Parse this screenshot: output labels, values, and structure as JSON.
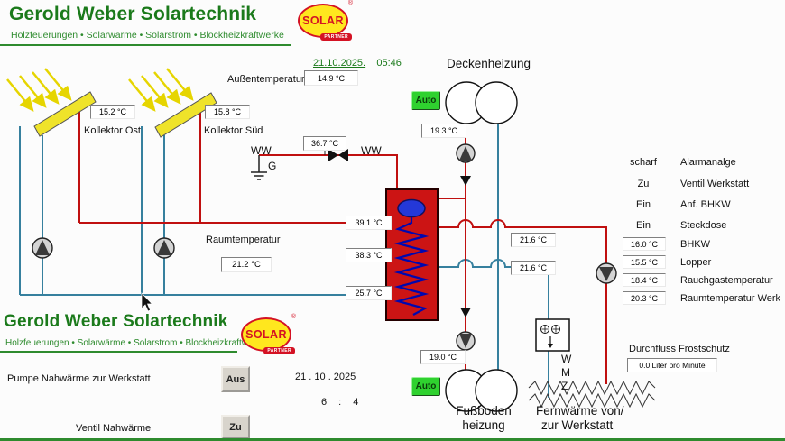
{
  "colors": {
    "brand_green": "#1b7a1b",
    "logo_red": "#d41224",
    "logo_yellow": "#ffe71e",
    "pipe_hot": "#c01010",
    "pipe_cold": "#36809e",
    "tank_red": "#cc1414",
    "auto_green": "#2fd12f"
  },
  "brand": {
    "title": "Gerold Weber Solartechnik",
    "subtitle": "Holzfeuerungen • Solarwärme • Solarstrom • Blockheizkraftwerke",
    "logo_word": "SOLAR",
    "logo_sub": "PARTNER",
    "logo_reg": "®"
  },
  "header": {
    "date": "21.10.2025.",
    "time": "05:46",
    "outdoor_label": "Außentemperatur",
    "outdoor_value": "14.9 °C"
  },
  "collectors": {
    "ost_label": "Kollektor Ost",
    "ost_value": "15.2 °C",
    "sued_label": "Kollektor Süd",
    "sued_value": "15.8 °C"
  },
  "ceiling": {
    "title": "Deckenheizung",
    "auto_label": "Auto",
    "supply_temp": "19.3 °C"
  },
  "ww": {
    "label_left": "WW",
    "label_right": "WW",
    "g_label": "G",
    "temp": "36.7 °C"
  },
  "tank": {
    "temp_top": "39.1 °C",
    "temp_mid": "38.3 °C",
    "temp_bottom": "25.7 °C"
  },
  "room": {
    "label": "Raumtemperatur",
    "value": "21.2 °C"
  },
  "circuit": {
    "supply_temp": "21.6 °C",
    "return_temp": "21.6 °C"
  },
  "status": {
    "rows": [
      {
        "state": "scharf",
        "label": "Alarmanalge"
      },
      {
        "state": "Zu",
        "label": "Ventil Werkstatt"
      },
      {
        "state": "Ein",
        "label": "Anf. BHKW"
      },
      {
        "state": "Ein",
        "label": "Steckdose"
      }
    ],
    "values": [
      {
        "value": "16.0 °C",
        "label": "BHKW"
      },
      {
        "value": "15.5 °C",
        "label": "Lopper"
      },
      {
        "value": "18.4 °C",
        "label": "Rauchgastemperatur"
      },
      {
        "value": "20.3 °C",
        "label": "Raumtemperatur Werk"
      }
    ]
  },
  "flow": {
    "label": "Durchfluss Frostschutz",
    "value": "0.0 Liter pro Minute"
  },
  "floor": {
    "title_line1": "Fußboden",
    "title_line2": "heizung",
    "auto_label": "Auto",
    "supply_temp": "19.0 °C"
  },
  "remote": {
    "title_line1": "Fernwärme von/",
    "title_line2": "zur Werkstatt",
    "wmz_letters": [
      "W",
      "M",
      "Z"
    ]
  },
  "controls": {
    "pump_label": "Pumpe Nahwärme zur Werkstatt",
    "pump_state": "Aus",
    "valve_label": "Ventil Nahwärme",
    "valve_state": "Zu",
    "date": "21 . 10 . 2025",
    "time": "6 : 4"
  }
}
